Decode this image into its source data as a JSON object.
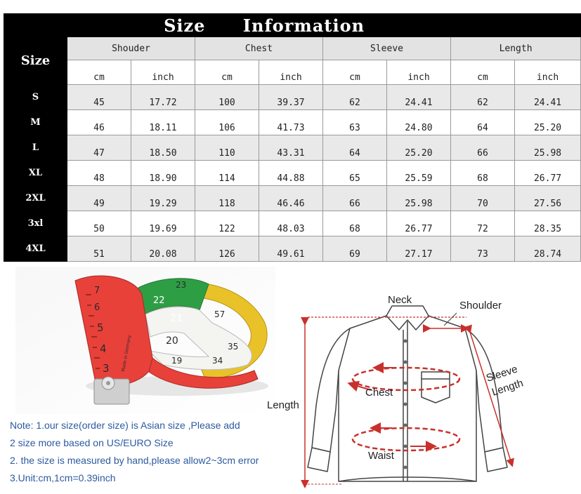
{
  "table": {
    "title_word1": "Size",
    "title_word2": "Information",
    "size_header": "Size",
    "groups": [
      "Shouder",
      "Chest",
      "Sleeve",
      "Length"
    ],
    "units": [
      "cm",
      "inch",
      "cm",
      "inch",
      "cm",
      "inch",
      "cm",
      "inch"
    ],
    "rows": [
      {
        "size": "S",
        "values": [
          "45",
          "17.72",
          "100",
          "39.37",
          "62",
          "24.41",
          "62",
          "24.41"
        ]
      },
      {
        "size": "M",
        "values": [
          "46",
          "18.11",
          "106",
          "41.73",
          "63",
          "24.80",
          "64",
          "25.20"
        ]
      },
      {
        "size": "L",
        "values": [
          "47",
          "18.50",
          "110",
          "43.31",
          "64",
          "25.20",
          "66",
          "25.98"
        ]
      },
      {
        "size": "XL",
        "values": [
          "48",
          "18.90",
          "114",
          "44.88",
          "65",
          "25.59",
          "68",
          "26.77"
        ]
      },
      {
        "size": "2XL",
        "values": [
          "49",
          "19.29",
          "118",
          "46.46",
          "66",
          "25.98",
          "70",
          "27.56"
        ]
      },
      {
        "size": "3xl",
        "values": [
          "50",
          "19.69",
          "122",
          "48.03",
          "68",
          "26.77",
          "72",
          "28.35"
        ]
      },
      {
        "size": "4XL",
        "values": [
          "51",
          "20.08",
          "126",
          "49.61",
          "69",
          "27.17",
          "73",
          "28.74"
        ]
      }
    ]
  },
  "notes": [
    "Note: 1.our size(order size) is Asian size ,Please add",
    "2 size more based on US/EURO Size",
    "2. the size is measured by hand,please allow2~3cm error",
    "3.Unit:cm,1cm=0.39inch"
  ],
  "diagram": {
    "neck": "Neck",
    "shoulder": "Shoulder",
    "sleeve_line1": "Sleeve",
    "sleeve_line2": "Length",
    "length": "Length",
    "chest": "Chest",
    "waist": "Waist"
  },
  "tape": {
    "numbers": [
      "7",
      "6",
      "5",
      "4",
      "3",
      "23",
      "22",
      "21",
      "20",
      "19",
      "57",
      "35",
      "34"
    ],
    "brand_text": "Made in Germany"
  },
  "colors": {
    "note_text": "#2c5aa0",
    "arrow_red": "#c9302c",
    "tape_red": "#e8413a",
    "tape_yellow": "#e9c22a",
    "tape_green": "#2e9e45"
  }
}
